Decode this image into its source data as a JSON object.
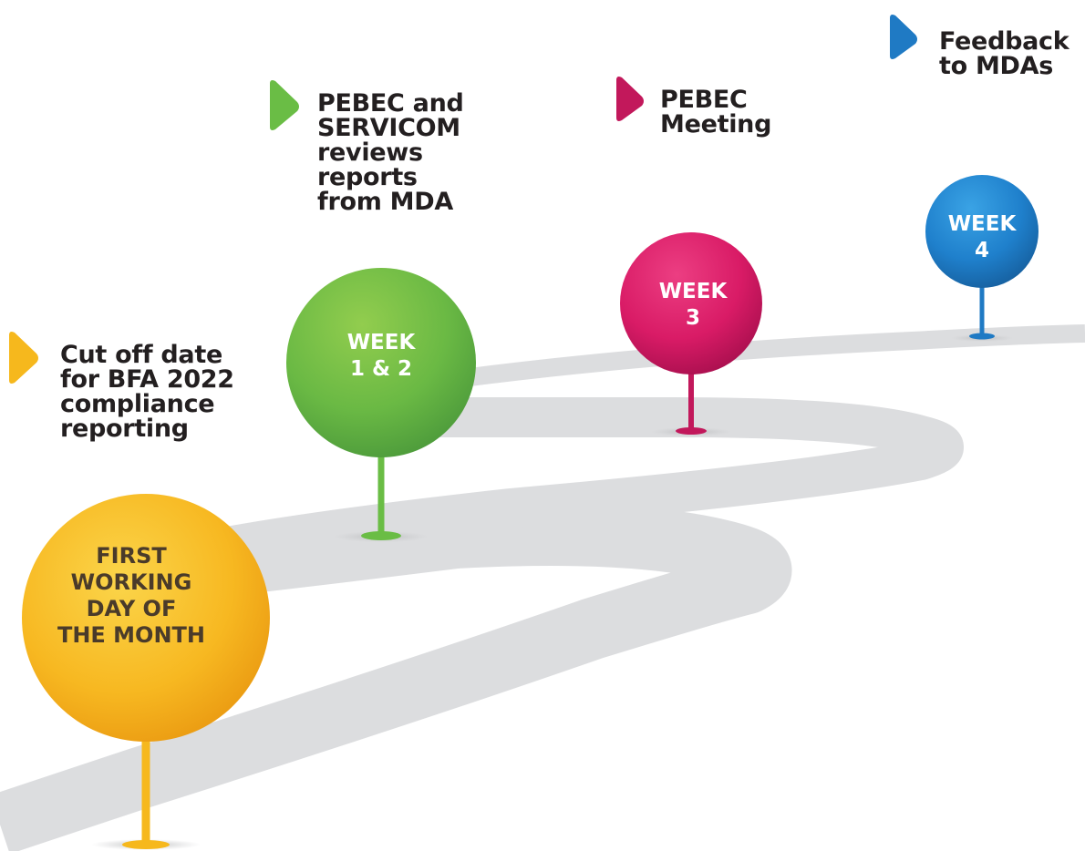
{
  "milestones": [
    {
      "ball_lines": [
        "FIRST",
        "WORKING",
        "DAY OF",
        "THE MONTH"
      ],
      "caption_lines": [
        "Cut off date",
        "for BFA 2022",
        "compliance",
        "reporting"
      ],
      "color": "#f6b81d"
    },
    {
      "ball_lines": [
        "WEEK",
        "1 & 2"
      ],
      "caption_lines": [
        "PEBEC and",
        "SERVICOM",
        "reviews",
        "reports",
        "from MDA"
      ],
      "color": "#6abd45"
    },
    {
      "ball_lines": [
        "WEEK",
        "3"
      ],
      "caption_lines": [
        "PEBEC",
        "Meeting"
      ],
      "color": "#c2185b"
    },
    {
      "ball_lines": [
        "WEEK",
        "4"
      ],
      "caption_lines": [
        "Feedback",
        "to MDAs"
      ],
      "color": "#1f7ac4"
    }
  ],
  "colors": {
    "road": "#dcdddf",
    "road_shadow": "#c9cacc",
    "caption_text": "#231f20"
  }
}
